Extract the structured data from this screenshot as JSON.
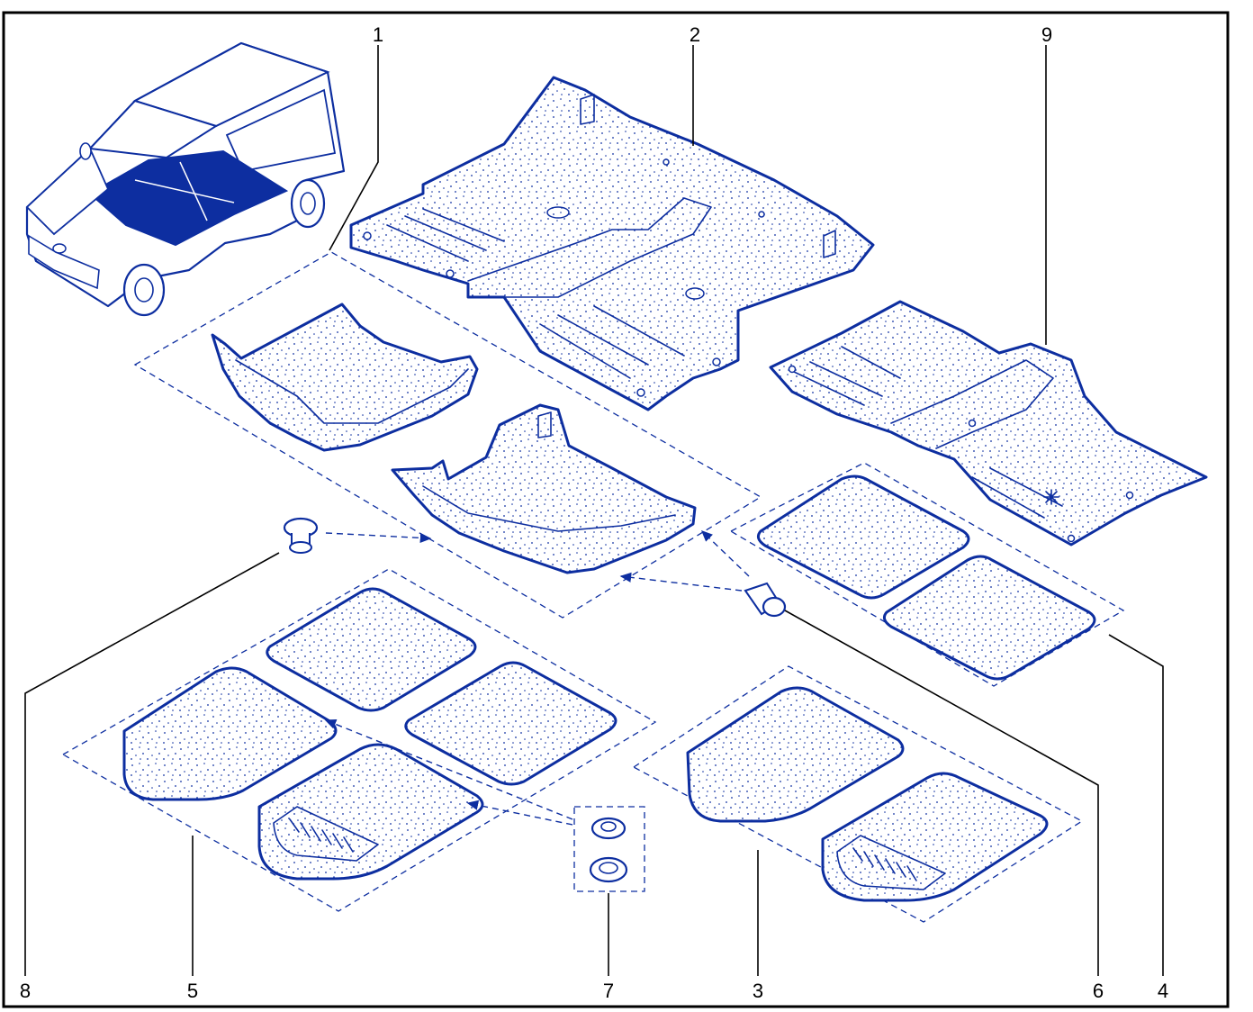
{
  "colors": {
    "ink": "#0d2ea0",
    "frame": "#000000",
    "background": "#ffffff",
    "highlight_fill": "#0d2ea0"
  },
  "callouts": [
    {
      "label": "1"
    },
    {
      "label": "2"
    },
    {
      "label": "9"
    },
    {
      "label": "8"
    },
    {
      "label": "5"
    },
    {
      "label": "7"
    },
    {
      "label": "3"
    },
    {
      "label": "6"
    },
    {
      "label": "4"
    }
  ]
}
